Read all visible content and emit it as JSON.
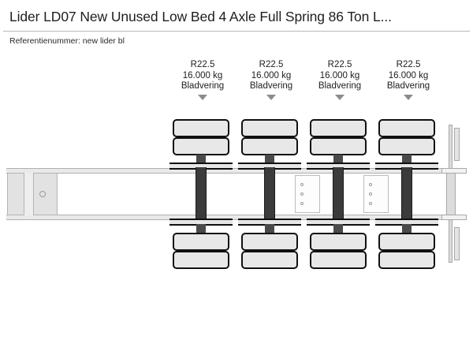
{
  "header": {
    "title": "Lider LD07 New Unused Low Bed 4 Axle Full Spring 86 Ton L...",
    "reference_label": "Referentienummer: new lider bl"
  },
  "diagram": {
    "name": "trailer-side-view-schematic",
    "vehicle_type": "4-axle low bed semi-trailer",
    "axle_count": 4,
    "axles": [
      {
        "index": 1,
        "tyre_size": "R22.5",
        "capacity": "16.000 kg",
        "suspension": "Bladvering",
        "pointer": "triangle-down"
      },
      {
        "index": 2,
        "tyre_size": "R22.5",
        "capacity": "16.000 kg",
        "suspension": "Bladvering",
        "pointer": "triangle-down"
      },
      {
        "index": 3,
        "tyre_size": "R22.5",
        "capacity": "16.000 kg",
        "suspension": "Bladvering",
        "pointer": "triangle-down"
      },
      {
        "index": 4,
        "tyre_size": "R22.5",
        "capacity": "16.000 kg",
        "suspension": "Bladvering",
        "pointer": "triangle-down"
      }
    ],
    "parts": {
      "kingpin": "kingpin",
      "neck_plate": "gooseneck-plate",
      "chassis_rail": "chassis-rail",
      "hanger_bracket": "spring-hanger-bracket",
      "rear_underride": "rear-underride-bar"
    }
  },
  "colors": {
    "background": "#ffffff",
    "text": "#1a1a1a",
    "divider": "#b9b9b9",
    "tire_fill": "#e8e8e8",
    "tire_stroke": "#111111",
    "axle_shaft": "#3b3b3b",
    "rail_fill": "#e9e9e9",
    "rail_stroke": "#b0b0b0",
    "pointer": "#8c8c8c"
  }
}
